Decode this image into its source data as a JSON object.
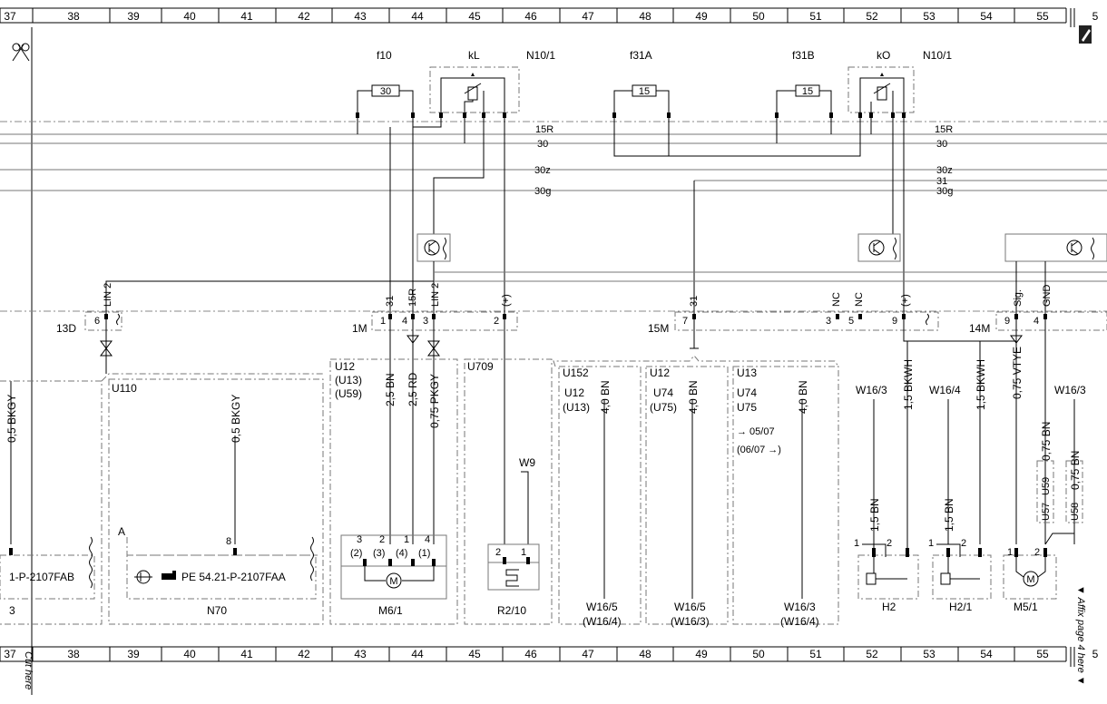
{
  "grid": {
    "top": [
      "37",
      "38",
      "39",
      "40",
      "41",
      "42",
      "43",
      "44",
      "45",
      "46",
      "47",
      "48",
      "49",
      "50",
      "51",
      "52",
      "53",
      "54",
      "55",
      "5"
    ],
    "bottom": [
      "37",
      "38",
      "39",
      "40",
      "41",
      "42",
      "43",
      "44",
      "45",
      "46",
      "47",
      "48",
      "49",
      "50",
      "51",
      "52",
      "53",
      "54",
      "55",
      "5"
    ]
  },
  "side": {
    "cut_here": "Cut here",
    "affix": "▼ Affix page 4 here ▼"
  },
  "top_components": {
    "f10": "f10",
    "kL": "kL",
    "n10_1_left": "N10/1",
    "f31A": "f31A",
    "f31B": "f31B",
    "kO": "kO",
    "n10_1_right": "N10/1",
    "fuse30": "30",
    "fuse15a": "15",
    "fuse15b": "15"
  },
  "bus": {
    "l15R": "15R",
    "l30": "30",
    "l30z": "30z",
    "l30g": "30g",
    "r15R": "15R",
    "r30": "30",
    "r30z": "30z",
    "r31": "31",
    "r30g": "30g"
  },
  "connectors": {
    "c13d": "13D",
    "c13d_pin": "6",
    "c1m": "1M",
    "c1m_p1": "1",
    "c1m_p2": "4",
    "c1m_p3": "3",
    "c1m_p4": "2",
    "c15m": "15M",
    "c15m_p1": "7",
    "c15m_p2": "3",
    "c15m_p3": "5",
    "c15m_p4": "9",
    "c14m": "14M",
    "c14m_p1": "9",
    "c14m_p2": "4"
  },
  "signals": {
    "lin2_a": "LIN 2",
    "s31_a": "31",
    "s15r": "15R",
    "lin2_b": "LIN 2",
    "plus_a": "(+)",
    "s31_b": "31",
    "nc_a": "NC",
    "nc_b": "NC",
    "plus_b": "(+)",
    "sig": "Sig.",
    "gnd": "GND"
  },
  "wires": {
    "w_05bkgy_a": "0,5 BKGY",
    "w_05bkgy_b": "0,5 BKGY",
    "w_25bn": "2,5 BN",
    "w_25rd": "2,5 RD",
    "w_075pkgy": "0,75 PKGY",
    "w_40bn_a": "4,0 BN",
    "w_40bn_b": "4,0 BN",
    "w_40bn_c": "4,0 BN",
    "w_15bkwh_a": "1,5 BKWH",
    "w_15bkwh_b": "1,5 BKWH",
    "w_075vtye": "0,75 VTYE",
    "w_15bn_a": "1,5 BN",
    "w_15bn_b": "1,5 BN",
    "w_075bn_a": "0,75 BN",
    "w_075bn_b": "0,75 BN"
  },
  "variants": {
    "u110": "U110",
    "u12_a": "U12",
    "u13_a": "(U13)",
    "u59_a": "(U59)",
    "u709": "U709",
    "u152": "U152",
    "u12_b": "U12",
    "u13_b": "(U13)",
    "u12_c": "U12",
    "u74_a": "U74",
    "u75_a": "(U75)",
    "u13_c": "U13",
    "u74_b": "U74",
    "u75_b": "U75",
    "d0507": "→ 05/07",
    "d0607": "(06/07 →)",
    "u57": "U57",
    "u59_b": "U59",
    "u58": "U58"
  },
  "grounds": {
    "w16_3_a": "W16/3",
    "w16_4_a": "W16/4",
    "w16_3_b": "W16/3",
    "w9": "W9",
    "w16_5_a": "W16/5",
    "w16_4_b": "(W16/4)",
    "w16_5_b": "W16/5",
    "w16_3_c": "(W16/3)",
    "w16_3_d": "W16/3",
    "w16_4_c": "(W16/4)"
  },
  "bottom_components": {
    "ref_left": "1-P-2107FAB",
    "ref_n70": "PE 54.21-P-2107FAA",
    "n70": "N70",
    "n70_a": "A",
    "n70_pin": "8",
    "left_3": "3",
    "m6_1": "M6/1",
    "m6_p1": "3",
    "m6_p2": "2",
    "m6_p3": "1",
    "m6_p4": "4",
    "m6_q1": "(2)",
    "m6_q2": "(3)",
    "m6_q3": "(4)",
    "m6_q4": "(1)",
    "r2_10": "R2/10",
    "r2_p2": "2",
    "r2_p1": "1",
    "h2": "H2",
    "h2_1": "H2/1",
    "m5_1": "M5/1",
    "h2_p1": "1",
    "h2_p2": "2",
    "h21_p1": "1",
    "h21_p2": "2",
    "m51_p1": "1",
    "m51_p2": "2",
    "motor": "M"
  }
}
